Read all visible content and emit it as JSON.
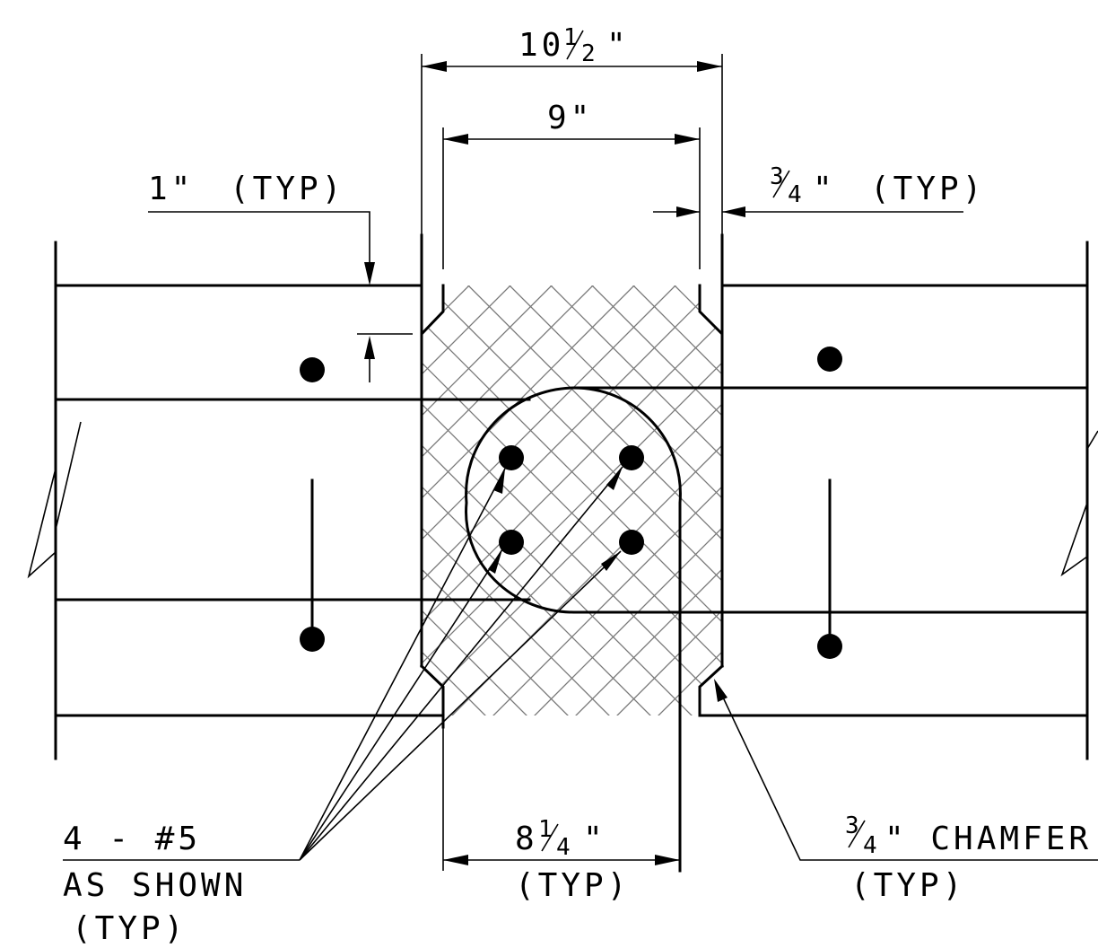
{
  "dimensions": {
    "overall_width": {
      "whole": "10",
      "num": "1",
      "den": "2",
      "unit": "\""
    },
    "inner_width": "9\"",
    "top_cover": {
      "value": "1\"",
      "note": "(TYP)"
    },
    "side_offset": {
      "num": "3",
      "den": "4",
      "unit": "\"",
      "note": "(TYP)"
    },
    "bar_spacing": {
      "whole": "8",
      "num": "1",
      "den": "4",
      "unit": "\"",
      "note": "(TYP)"
    }
  },
  "callouts": {
    "rebar": {
      "line1": "4 - #5",
      "line2": "AS SHOWN",
      "line3": "(TYP)"
    },
    "chamfer": {
      "num": "3",
      "den": "4",
      "text": "\" CHAMFER",
      "note": "(TYP)"
    }
  },
  "colors": {
    "line": "#000000",
    "hatch": "#777777",
    "background": "#ffffff"
  }
}
